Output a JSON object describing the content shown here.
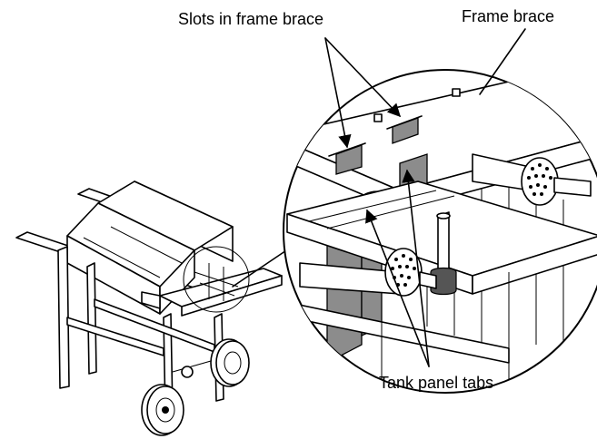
{
  "labels": {
    "slots": "Slots in frame brace",
    "frame_brace": "Frame brace",
    "tank_panel_tabs": "Tank panel tabs"
  }
}
